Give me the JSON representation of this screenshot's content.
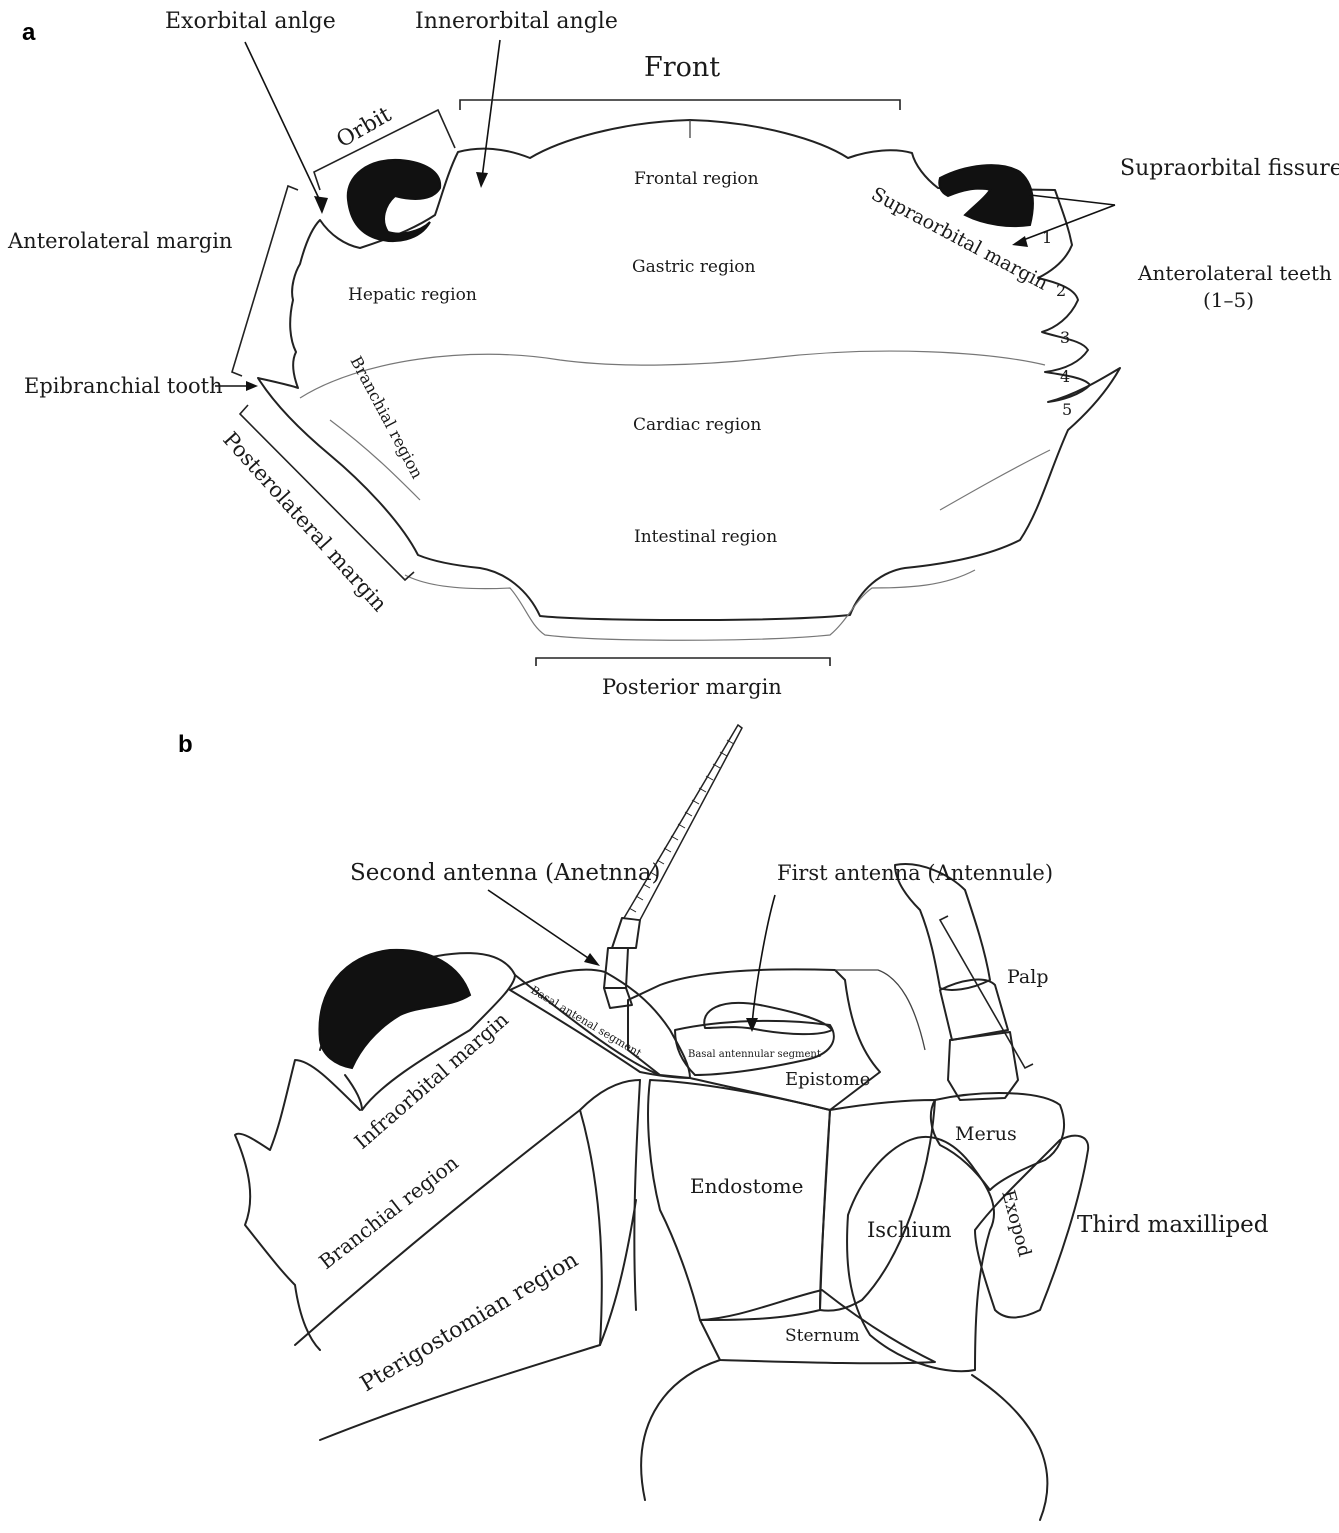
{
  "panels": {
    "a": "a",
    "b": "b"
  },
  "labels_a": {
    "exorbital": "Exorbital anlge",
    "innerorbital": "Innerorbital angle",
    "front": "Front",
    "orbit": "Orbit",
    "supraorbital_fissures": "Supraorbital fissures",
    "anterolateral_margin": "Anterolateral margin",
    "frontal_region": "Frontal region",
    "supraorbital_margin": "Supraorbital margin",
    "gastric_region": "Gastric region",
    "hepatic_region": "Hepatic region",
    "anterolateral_teeth": "Anterolateral teeth",
    "anterolateral_teeth_range": "(1–5)",
    "tooth_1": "1",
    "tooth_2": "2",
    "tooth_3": "3",
    "tooth_4": "4",
    "tooth_5": "5",
    "epibranchial_tooth": "Epibranchial tooth",
    "branchial_region": "Branchial region",
    "cardiac_region": "Cardiac region",
    "posterolateral_margin": "Posterolateral margin",
    "intestinal_region": "Intestinal region",
    "posterior_margin": "Posterior margin"
  },
  "labels_b": {
    "second_antenna": "Second antenna (Anetnna)",
    "first_antenna": "First antenna (Antennule)",
    "palp": "Palp",
    "basal_antenal_segment": "Basal antenal segment",
    "basal_antennular_segment": "Basal antennular segment",
    "infraorbital_margin": "Infraorbital margin",
    "epistome": "Epistome",
    "merus": "Merus",
    "endostome": "Endostome",
    "branchial_region": "Branchial region",
    "exopod": "Exopod",
    "ischium": "Ischium",
    "third_maxilliped": "Third maxilliped",
    "pterigostomian_region": "Pterigostomian region",
    "sternum": "Sternum"
  },
  "colors": {
    "ink": "#1a1a1a",
    "eye_fill": "#111111",
    "dark_grey": "#6e6e6e",
    "mid_grey": "#9a9a9a",
    "light_grey": "#cfcfcf",
    "pale_grey": "#e2e2e2",
    "plate_fill": "#f6f6f6"
  }
}
